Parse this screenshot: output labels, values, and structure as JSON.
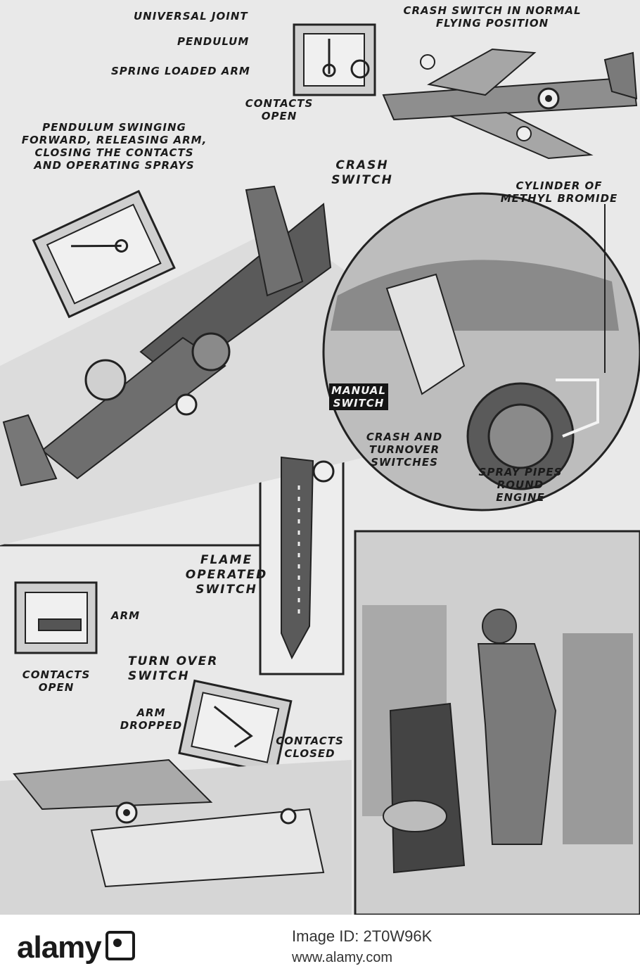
{
  "labels": {
    "universal_joint": "UNIVERSAL JOINT",
    "pendulum": "PENDULUM",
    "spring_loaded_arm": "SPRING LOADED ARM",
    "contacts_open_top": "CONTACTS OPEN",
    "crash_switch_normal_1": "CRASH SWITCH IN NORMAL",
    "crash_switch_normal_2": "FLYING POSITION",
    "pendulum_swinging_1": "PENDULUM SWINGING",
    "pendulum_swinging_2": "FORWARD, RELEASING ARM,",
    "pendulum_swinging_3": "CLOSING THE CONTACTS",
    "pendulum_swinging_4": "AND OPERATING SPRAYS",
    "crash_switch_1": "CRASH",
    "crash_switch_2": "SWITCH",
    "cylinder_1": "CYLINDER OF",
    "cylinder_2": "METHYL BROMIDE",
    "manual_1": "MANUAL",
    "manual_2": "SWITCH",
    "crash_turnover_1": "CRASH AND",
    "crash_turnover_2": "TURNOVER",
    "crash_turnover_3": "SWITCHES",
    "spray_1": "SPRAY PIPES",
    "spray_2": "ROUND",
    "spray_3": "ENGINE",
    "flame_1": "FLAME",
    "flame_2": "OPERATED",
    "flame_3": "SWITCH",
    "arm": "ARM",
    "contacts_open_bottom_1": "CONTACTS",
    "contacts_open_bottom_2": "OPEN",
    "turn_over_1": "TURN OVER",
    "turn_over_2": "SWITCH",
    "arm_dropped_1": "ARM",
    "arm_dropped_2": "DROPPED",
    "contacts_closed_1": "CONTACTS",
    "contacts_closed_2": "CLOSED"
  },
  "watermark": {
    "brand": "alamy",
    "image_id": "Image ID: 2T0W96K",
    "site": "www.alamy.com"
  },
  "colors": {
    "ink": "#1b1b1b",
    "paper": "#e9e9e9"
  }
}
